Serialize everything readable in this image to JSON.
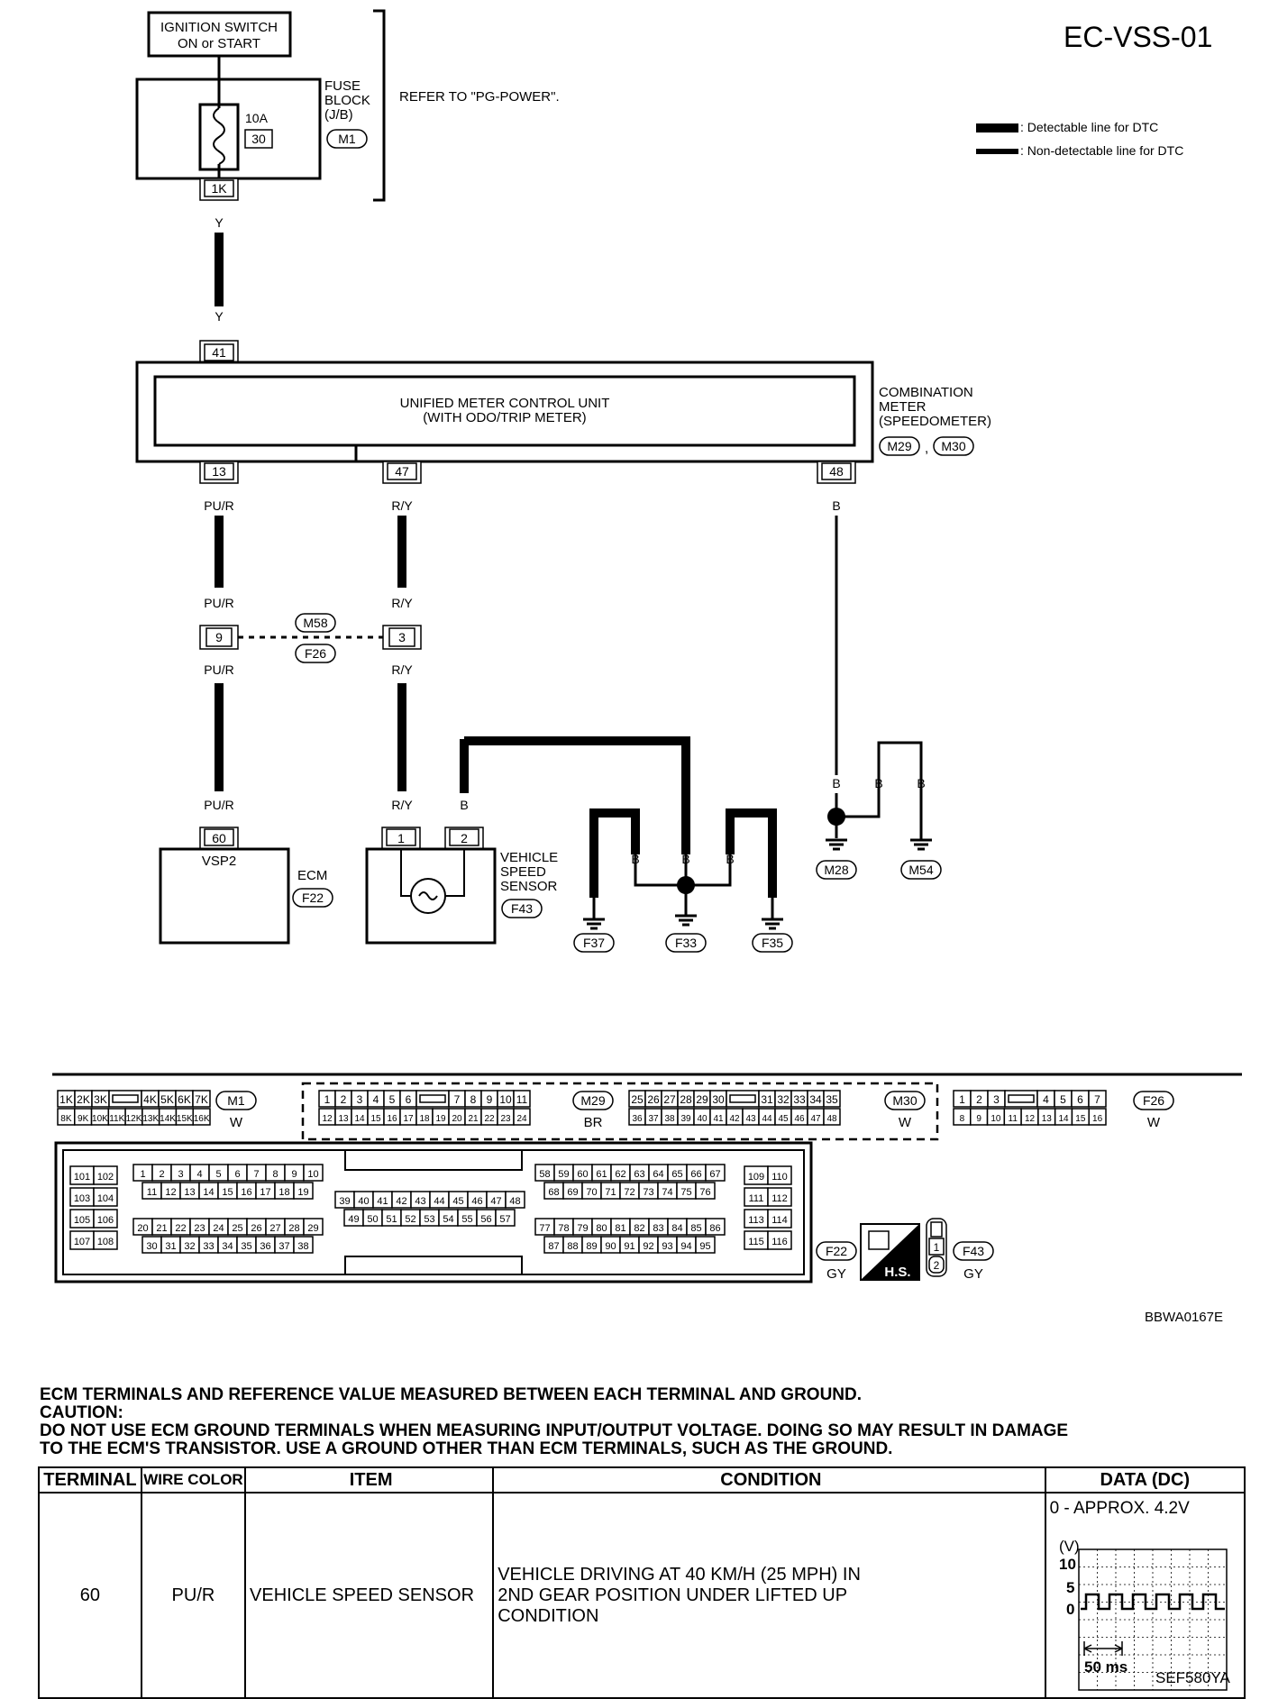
{
  "page_id": "EC-VSS-01",
  "legend": {
    "detectable": ": Detectable line for DTC",
    "non_detectable": ": Non-detectable line for DTC"
  },
  "ignition_switch": {
    "line1": "IGNITION SWITCH",
    "line2": "ON or START"
  },
  "fuse_block": {
    "line1": "FUSE",
    "line2": "BLOCK",
    "line3": "(J/B)",
    "connector": "M1",
    "fuse_rating": "10A",
    "fuse_no": "30",
    "terminal": "1K",
    "refer": "REFER TO \"PG-POWER\"."
  },
  "wires": {
    "y_top": "Y",
    "y_bottom": "Y"
  },
  "combination_meter": {
    "unit_line1": "UNIFIED METER CONTROL UNIT",
    "unit_line2": "(WITH ODO/TRIP METER)",
    "label_line1": "COMBINATION",
    "label_line2": "METER",
    "label_line3": "(SPEEDOMETER)",
    "connectors": [
      "M29",
      "M30"
    ],
    "comma": ",",
    "terminals": {
      "power": "41",
      "t13": "13",
      "t47": "47",
      "t48": "48"
    }
  },
  "harness": {
    "pur": "PU/R",
    "ry": "R/Y",
    "b": "B",
    "joint_left": "9",
    "joint_right": "3",
    "joint_connectors": [
      "M58",
      "F26"
    ]
  },
  "ecm": {
    "terminal": "60",
    "pin_name": "VSP2",
    "label": "ECM",
    "connector": "F22"
  },
  "vehicle_speed_sensor": {
    "line1": "VEHICLE",
    "line2": "SPEED",
    "line3": "SENSOR",
    "connector": "F43",
    "pin1": "1",
    "pin2": "2"
  },
  "grounds": [
    "F37",
    "F33",
    "F35",
    "M28",
    "M54"
  ],
  "connector_views": {
    "m1": {
      "id": "M1",
      "color": "W",
      "row1": [
        "1K",
        "2K",
        "3K",
        "4K",
        "5K",
        "6K",
        "7K"
      ],
      "row2": [
        "8K",
        "9K",
        "10K",
        "11K",
        "12K",
        "13K",
        "14K",
        "15K",
        "16K"
      ]
    },
    "m29": {
      "id": "M29",
      "color": "BR",
      "row1": [
        "1",
        "2",
        "3",
        "4",
        "5",
        "6",
        "7",
        "8",
        "9",
        "10",
        "11"
      ],
      "row2": [
        "12",
        "13",
        "14",
        "15",
        "16",
        "17",
        "18",
        "19",
        "20",
        "21",
        "22",
        "23",
        "24"
      ]
    },
    "m30": {
      "id": "M30",
      "color": "W",
      "row1": [
        "25",
        "26",
        "27",
        "28",
        "29",
        "30",
        "31",
        "32",
        "33",
        "34",
        "35"
      ],
      "row2": [
        "36",
        "37",
        "38",
        "39",
        "40",
        "41",
        "42",
        "43",
        "44",
        "45",
        "46",
        "47",
        "48"
      ]
    },
    "f26": {
      "id": "F26",
      "color": "W",
      "row1": [
        "1",
        "2",
        "3",
        "4",
        "5",
        "6",
        "7"
      ],
      "row2": [
        "8",
        "9",
        "10",
        "11",
        "12",
        "13",
        "14",
        "15",
        "16"
      ]
    },
    "f22": {
      "id": "F22",
      "color": "GY"
    },
    "f43": {
      "id": "F43",
      "color": "GY",
      "pins": [
        "1",
        "2"
      ]
    },
    "hs_label": "H.S."
  },
  "ecm_connector": {
    "g1": [
      "101",
      "102",
      "103",
      "104",
      "105",
      "106",
      "107",
      "108"
    ],
    "a_r1": [
      "1",
      "2",
      "3",
      "4",
      "5",
      "6",
      "7",
      "8",
      "9",
      "10"
    ],
    "a_r2": [
      "11",
      "12",
      "13",
      "14",
      "15",
      "16",
      "17",
      "18",
      "19"
    ],
    "a_r3": [
      "20",
      "21",
      "22",
      "23",
      "24",
      "25",
      "26",
      "27",
      "28",
      "29"
    ],
    "a_r4": [
      "30",
      "31",
      "32",
      "33",
      "34",
      "35",
      "36",
      "37",
      "38"
    ],
    "b_r1": [
      "39",
      "40",
      "41",
      "42",
      "43",
      "44",
      "45",
      "46",
      "47",
      "48"
    ],
    "b_r2": [
      "49",
      "50",
      "51",
      "52",
      "53",
      "54",
      "55",
      "56",
      "57"
    ],
    "c_r1": [
      "58",
      "59",
      "60",
      "61",
      "62",
      "63",
      "64",
      "65",
      "66",
      "67"
    ],
    "c_r2": [
      "68",
      "69",
      "70",
      "71",
      "72",
      "73",
      "74",
      "75",
      "76"
    ],
    "c_r3": [
      "77",
      "78",
      "79",
      "80",
      "81",
      "82",
      "83",
      "84",
      "85",
      "86"
    ],
    "c_r4": [
      "87",
      "88",
      "89",
      "90",
      "91",
      "92",
      "93",
      "94",
      "95"
    ],
    "g2": [
      "109",
      "110",
      "111",
      "112",
      "113",
      "114",
      "115",
      "116"
    ]
  },
  "ref_codes": {
    "diagram": "BBWA0167E",
    "table": "SEF580YA"
  },
  "notes": {
    "line1": "ECM TERMINALS AND REFERENCE VALUE MEASURED BETWEEN EACH TERMINAL AND GROUND.",
    "line2": "CAUTION:",
    "line3": "DO NOT USE ECM GROUND TERMINALS WHEN MEASURING INPUT/OUTPUT VOLTAGE. DOING SO MAY RESULT IN DAMAGE",
    "line4": "TO THE ECM'S TRANSISTOR. USE A GROUND OTHER THAN ECM TERMINALS, SUCH AS THE GROUND."
  },
  "table": {
    "headers": [
      "TERMINAL",
      "WIRE COLOR",
      "ITEM",
      "CONDITION",
      "DATA (DC)"
    ],
    "row": {
      "terminal": "60",
      "wire_color": "PU/R",
      "item": "VEHICLE SPEED SENSOR",
      "condition_line1": "VEHICLE DRIVING AT 40 KM/H (25 MPH) IN",
      "condition_line2": "2ND GEAR POSITION UNDER LIFTED UP",
      "condition_line3": "CONDITION",
      "data": "0 - APPROX. 4.2V",
      "scope": {
        "unit": "(V)",
        "y10": "10",
        "y5": "5",
        "y0": "0",
        "time": "50 ms"
      }
    }
  }
}
